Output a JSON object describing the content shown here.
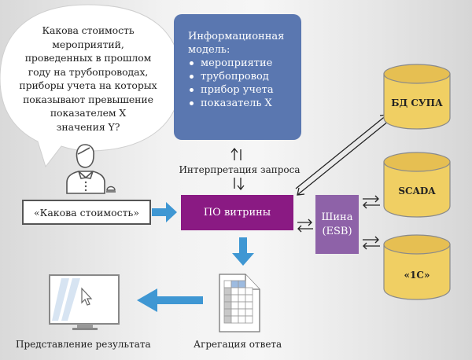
{
  "bubble": {
    "question_lines": [
      "Какова стоимость",
      "мероприятий,",
      "проведенных в прошлом",
      "году на трубопроводах,",
      "приборы учета на которых",
      "показывают превышение",
      "показателем X",
      "значения Y?"
    ]
  },
  "user": {
    "query_label": "«Какова стоимость»"
  },
  "info_model": {
    "title_line1": "Информационная",
    "title_line2": "модель:",
    "items": [
      "мероприятие",
      "трубопровод",
      "прибор учета",
      "показатель X"
    ]
  },
  "interpretation_label": "Интерпретация запроса",
  "vitrina_label": "ПО витрины",
  "esb": {
    "line1": "Шина",
    "line2": "(ESB)"
  },
  "databases": [
    {
      "label": "БД СУПА"
    },
    {
      "label": "SCADA"
    },
    {
      "label": "«1С»"
    }
  ],
  "aggregation_label": "Агрегация ответа",
  "result_label": "Представление  результата",
  "colors": {
    "info_model": "#5a77b0",
    "vitrina": "#8a1a83",
    "esb": "#8e62a8",
    "db_fill": "#f0cf63",
    "db_top": "#e6bf52",
    "arrow_blue": "#3f97d3"
  }
}
